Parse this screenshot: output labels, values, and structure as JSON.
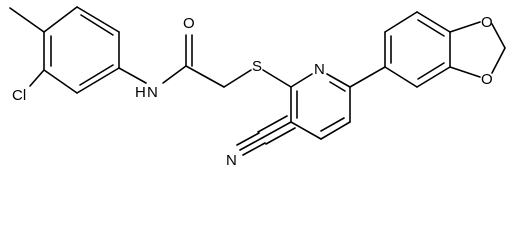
{
  "molecule": {
    "atoms": {
      "oxygen_amide": "O",
      "nitrogen_amide": "N",
      "hydrogen_amide": "H",
      "chlorine": "Cl",
      "sulfur": "S",
      "nitrogen_pyridine": "N",
      "nitrogen_nitrile": "N",
      "oxygen_dioxole_upper": "O",
      "oxygen_dioxole_lower": "O"
    },
    "colors": {
      "bonds": "#000000",
      "labels": "#000000",
      "background": "#ffffff"
    }
  }
}
